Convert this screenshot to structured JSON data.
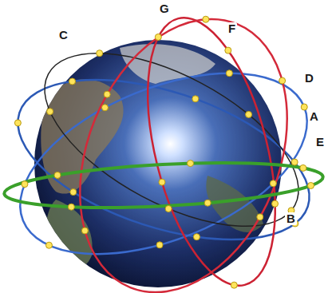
{
  "diagram": {
    "labels": [
      "G",
      "F",
      "C",
      "D",
      "A",
      "E",
      "B"
    ]
  }
}
